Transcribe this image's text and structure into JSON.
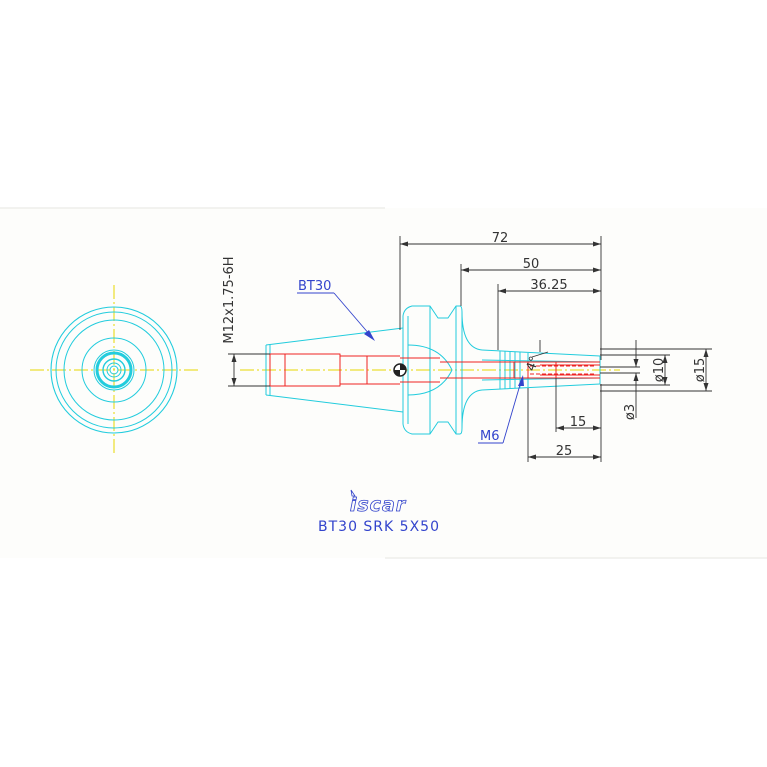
{
  "drawing": {
    "dimensions": {
      "overall_length": "72",
      "length_50": "50",
      "length_36_25": "36.25",
      "length_15": "15",
      "length_25": "25",
      "dia_10": "ø10",
      "dia_15": "ø15",
      "dia_3": "ø3",
      "thread": "M12x1.75-6H",
      "angle": "4°"
    },
    "labels": {
      "taper": "BT30",
      "screw": "M6"
    },
    "logo": {
      "text": "iscar"
    },
    "part_name": "BT30 SRK 5X50"
  },
  "colors": {
    "outline": "#22ccdd",
    "hidden": "#ee2222",
    "center": "#e6d800",
    "dimension": "#333333",
    "label": "#3344cc"
  }
}
